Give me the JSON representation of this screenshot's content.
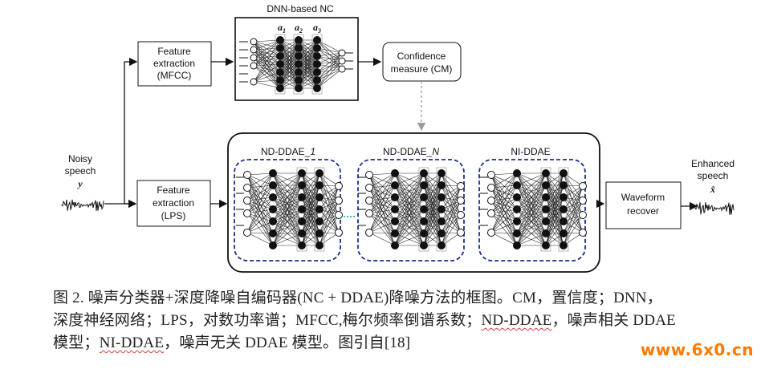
{
  "diagram": {
    "dnn_nc_title": "DNN-based NC",
    "dnn_nc_layers": [
      "a1",
      "a2",
      "a3"
    ],
    "feature_mfcc": [
      "Feature",
      "extraction",
      "(MFCC)"
    ],
    "confidence": [
      "Confidence",
      "measure (CM)"
    ],
    "noisy": [
      "Noisy",
      "speech",
      "y"
    ],
    "feature_lps": [
      "Feature",
      "extraction",
      "(LPS)"
    ],
    "nd_ddae_1": "ND-DDAE_1",
    "nd_ddae_n": "ND-DDAE_N",
    "ni_ddae": "NI-DDAE",
    "waveform": [
      "Waveform",
      "recover"
    ],
    "enhanced": [
      "Enhanced",
      "speech",
      "x̂"
    ]
  },
  "caption": {
    "line1": "图 2. 噪声分类器+深度降噪自编码器(NC + DDAE)降噪方法的框图。CM，置信度；DNN，",
    "line2_a": "深度神经网络；LPS，对数功率谱；MFCC,梅尔频率倒谱系数；",
    "line2_b": "ND-DDAE",
    "line2_c": "，噪声相关 DDAE",
    "line3_a": "模型；",
    "line3_b": "NI-DDAE",
    "line3_c": "，噪声无关 DDAE 模型。图引自[18]"
  },
  "watermark": "www.6x0.cn",
  "colors": {
    "ddae_border": "#1a2f8a",
    "arrow_dashed": "#9a9a9a",
    "watermark": "#ff7a00"
  }
}
